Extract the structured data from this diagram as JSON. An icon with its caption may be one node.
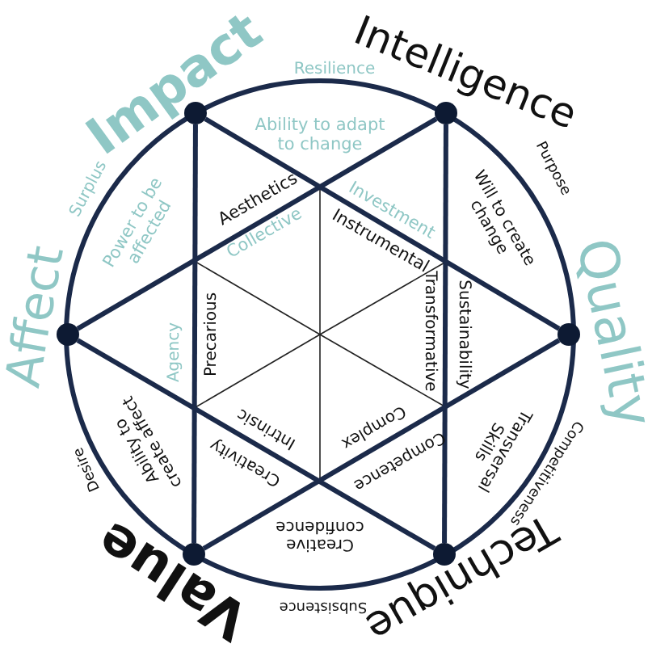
{
  "diagram": {
    "nodes": [
      {
        "text": [],
        "shape": "circle",
        "beside": [
          "Impact"
        ]
      },
      {
        "text": [],
        "shape": "circle",
        "beside": [
          "Intelligence"
        ]
      },
      {
        "text": [],
        "shape": "circle",
        "beside": [
          "Affect"
        ]
      },
      {
        "text": [],
        "shape": "circle",
        "beside": [
          "Quality"
        ]
      },
      {
        "text": [],
        "shape": "circle",
        "beside": [
          "Value"
        ]
      },
      {
        "text": [],
        "shape": "circle",
        "beside": [
          "Technique"
        ]
      }
    ],
    "edges": [
      {
        "from": 0,
        "to": 4,
        "arrow": "none"
      },
      {
        "from": 1,
        "to": 5,
        "arrow": "none"
      },
      {
        "from": 2,
        "to": 1,
        "arrow": "none"
      },
      {
        "from": 0,
        "to": 3,
        "arrow": "none"
      },
      {
        "from": 2,
        "to": 5,
        "arrow": "none"
      },
      {
        "from": 4,
        "to": 3,
        "arrow": "none"
      }
    ],
    "labels": [
      "Resilience",
      "Ability to adapt to change",
      "Surplus",
      "Purpose",
      "Aesthetics",
      "Investment",
      "Power to be affected",
      "Collective",
      "Instrumental",
      "Will to create change",
      "Agency",
      "Precarious",
      "Transformative",
      "Sustainability",
      "Intrinsic",
      "Complex",
      "Creativity",
      "Competence",
      "Ability to create affect",
      "Transversal Skills",
      "Desire",
      "Competitiveness",
      "Creative confidence",
      "Subsistence"
    ]
  }
}
